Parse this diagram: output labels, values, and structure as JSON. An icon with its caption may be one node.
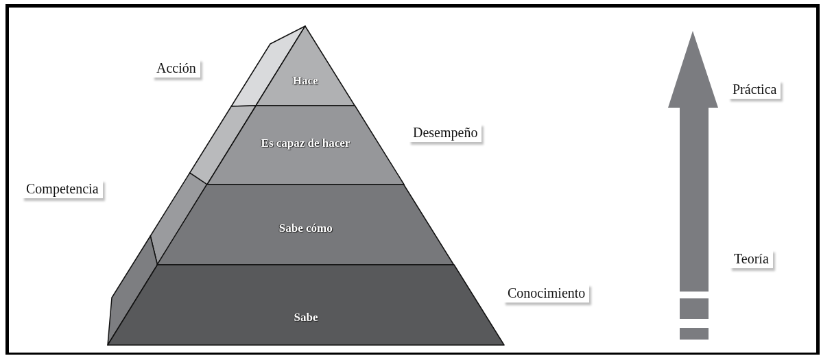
{
  "diagram": {
    "nodes": [
      {
        "text": [
          "Hace"
        ]
      },
      {
        "text": [
          "Es capaz de hacer"
        ]
      },
      {
        "text": [
          "Sabe cómo"
        ]
      },
      {
        "text": [
          "Sabe"
        ]
      }
    ],
    "labels": [
      "Acción",
      "Desempeño",
      "Competencia",
      "Práctica",
      "Teoría",
      "Conocimiento"
    ]
  }
}
